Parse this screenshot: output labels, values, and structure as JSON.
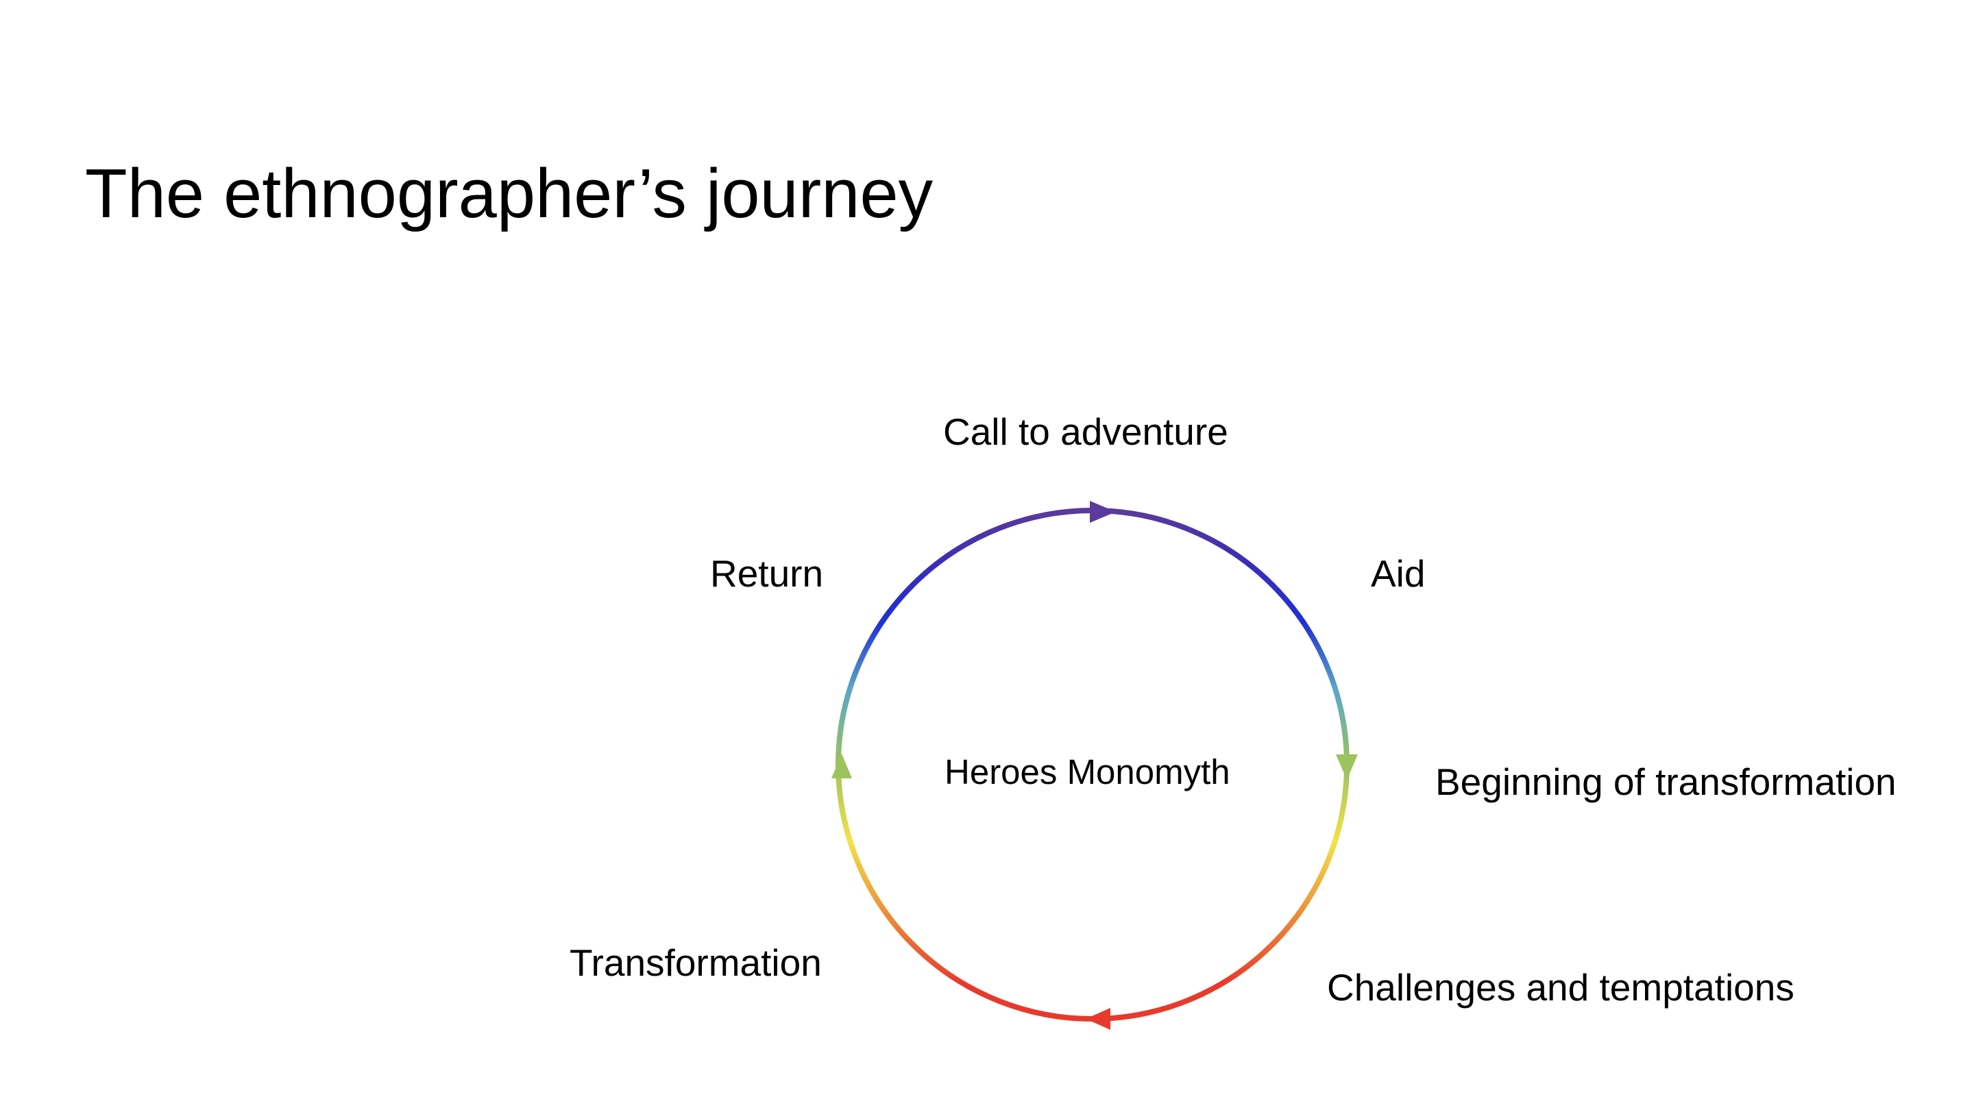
{
  "slide": {
    "title": "The ethnographer’s journey"
  },
  "diagram": {
    "center_label": "Heroes Monomyth",
    "stages": [
      {
        "id": "call",
        "label": "Call to adventure"
      },
      {
        "id": "aid",
        "label": "Aid"
      },
      {
        "id": "beginning",
        "label": "Beginning of transformation"
      },
      {
        "id": "challenges",
        "label": "Challenges and temptations"
      },
      {
        "id": "transformation",
        "label": "Transformation"
      },
      {
        "id": "return",
        "label": "Return"
      }
    ],
    "colors": {
      "purple": "#5b3a9b",
      "blue": "#1f2fd6",
      "teal": "#5aa6c8",
      "green": "#9cc35c",
      "yellow": "#f2e24a",
      "orange": "#ec8a37",
      "red": "#e83a2c"
    }
  }
}
